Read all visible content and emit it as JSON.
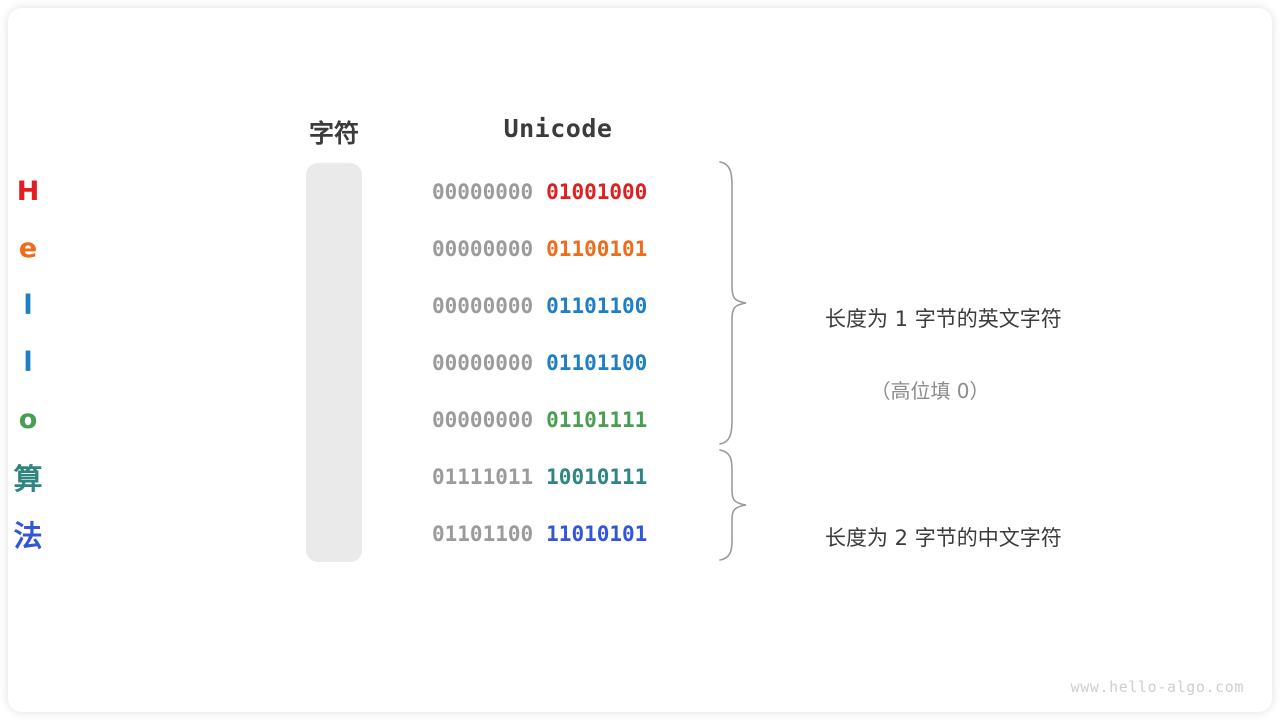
{
  "headers": {
    "character": "字符",
    "unicode": "Unicode"
  },
  "rows": [
    {
      "char": "H",
      "color": "#e02020",
      "high": "00000000",
      "low": "01001000",
      "cjk": false
    },
    {
      "char": "e",
      "color": "#ef6c1a",
      "high": "00000000",
      "low": "01100101",
      "cjk": false
    },
    {
      "char": "l",
      "color": "#1f7fc4",
      "high": "00000000",
      "low": "01101100",
      "cjk": false
    },
    {
      "char": "l",
      "color": "#1f7fc4",
      "high": "00000000",
      "low": "01101100",
      "cjk": false
    },
    {
      "char": "o",
      "color": "#4a9e52",
      "high": "00000000",
      "low": "01101111",
      "cjk": false
    },
    {
      "char": "算",
      "color": "#2f8680",
      "high": "01111011",
      "low": "10010111",
      "cjk": true
    },
    {
      "char": "法",
      "color": "#3355d8",
      "high": "01101100",
      "low": "11010101",
      "cjk": true
    }
  ],
  "annotations": {
    "group1_main": "长度为 1 字节的英文字符",
    "group1_sub": "（高位填 0）",
    "group2_main": "长度为 2 字节的中文字符"
  },
  "watermark": "www.hello-algo.com",
  "colors": {
    "column_background": "#eaeaea",
    "high_bits": "#9b9b9b",
    "text": "#3b3b3b",
    "muted": "#8c8c8c",
    "brace": "#9a9a9a",
    "watermark": "#cfcfcf"
  }
}
